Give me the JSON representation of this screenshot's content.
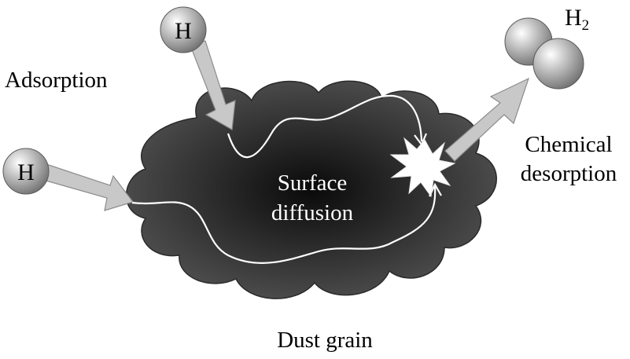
{
  "labels": {
    "adsorption": "Adsorption",
    "surface_diffusion_line1": "Surface",
    "surface_diffusion_line2": "diffusion",
    "chemical_desorption_line1": "Chemical",
    "chemical_desorption_line2": "desorption",
    "dust_grain": "Dust grain"
  },
  "atoms": {
    "top_atom": "H",
    "left_atom": "H",
    "molecule_base": "H",
    "molecule_subscript": "2"
  },
  "colors": {
    "grain_center": "#0a0a0a",
    "grain_edge": "#505050",
    "grain_outline": "#2a2a2a",
    "arrow_fill": "#c8c8c8",
    "arrow_stroke": "#8c8c8c",
    "path_stroke": "#ffffff",
    "sphere_light": "#ffffff",
    "sphere_mid": "#bdbdbd",
    "sphere_dark": "#6e6e6e"
  },
  "icons": {
    "impact": "starburst-icon",
    "atom": "sphere-icon"
  }
}
